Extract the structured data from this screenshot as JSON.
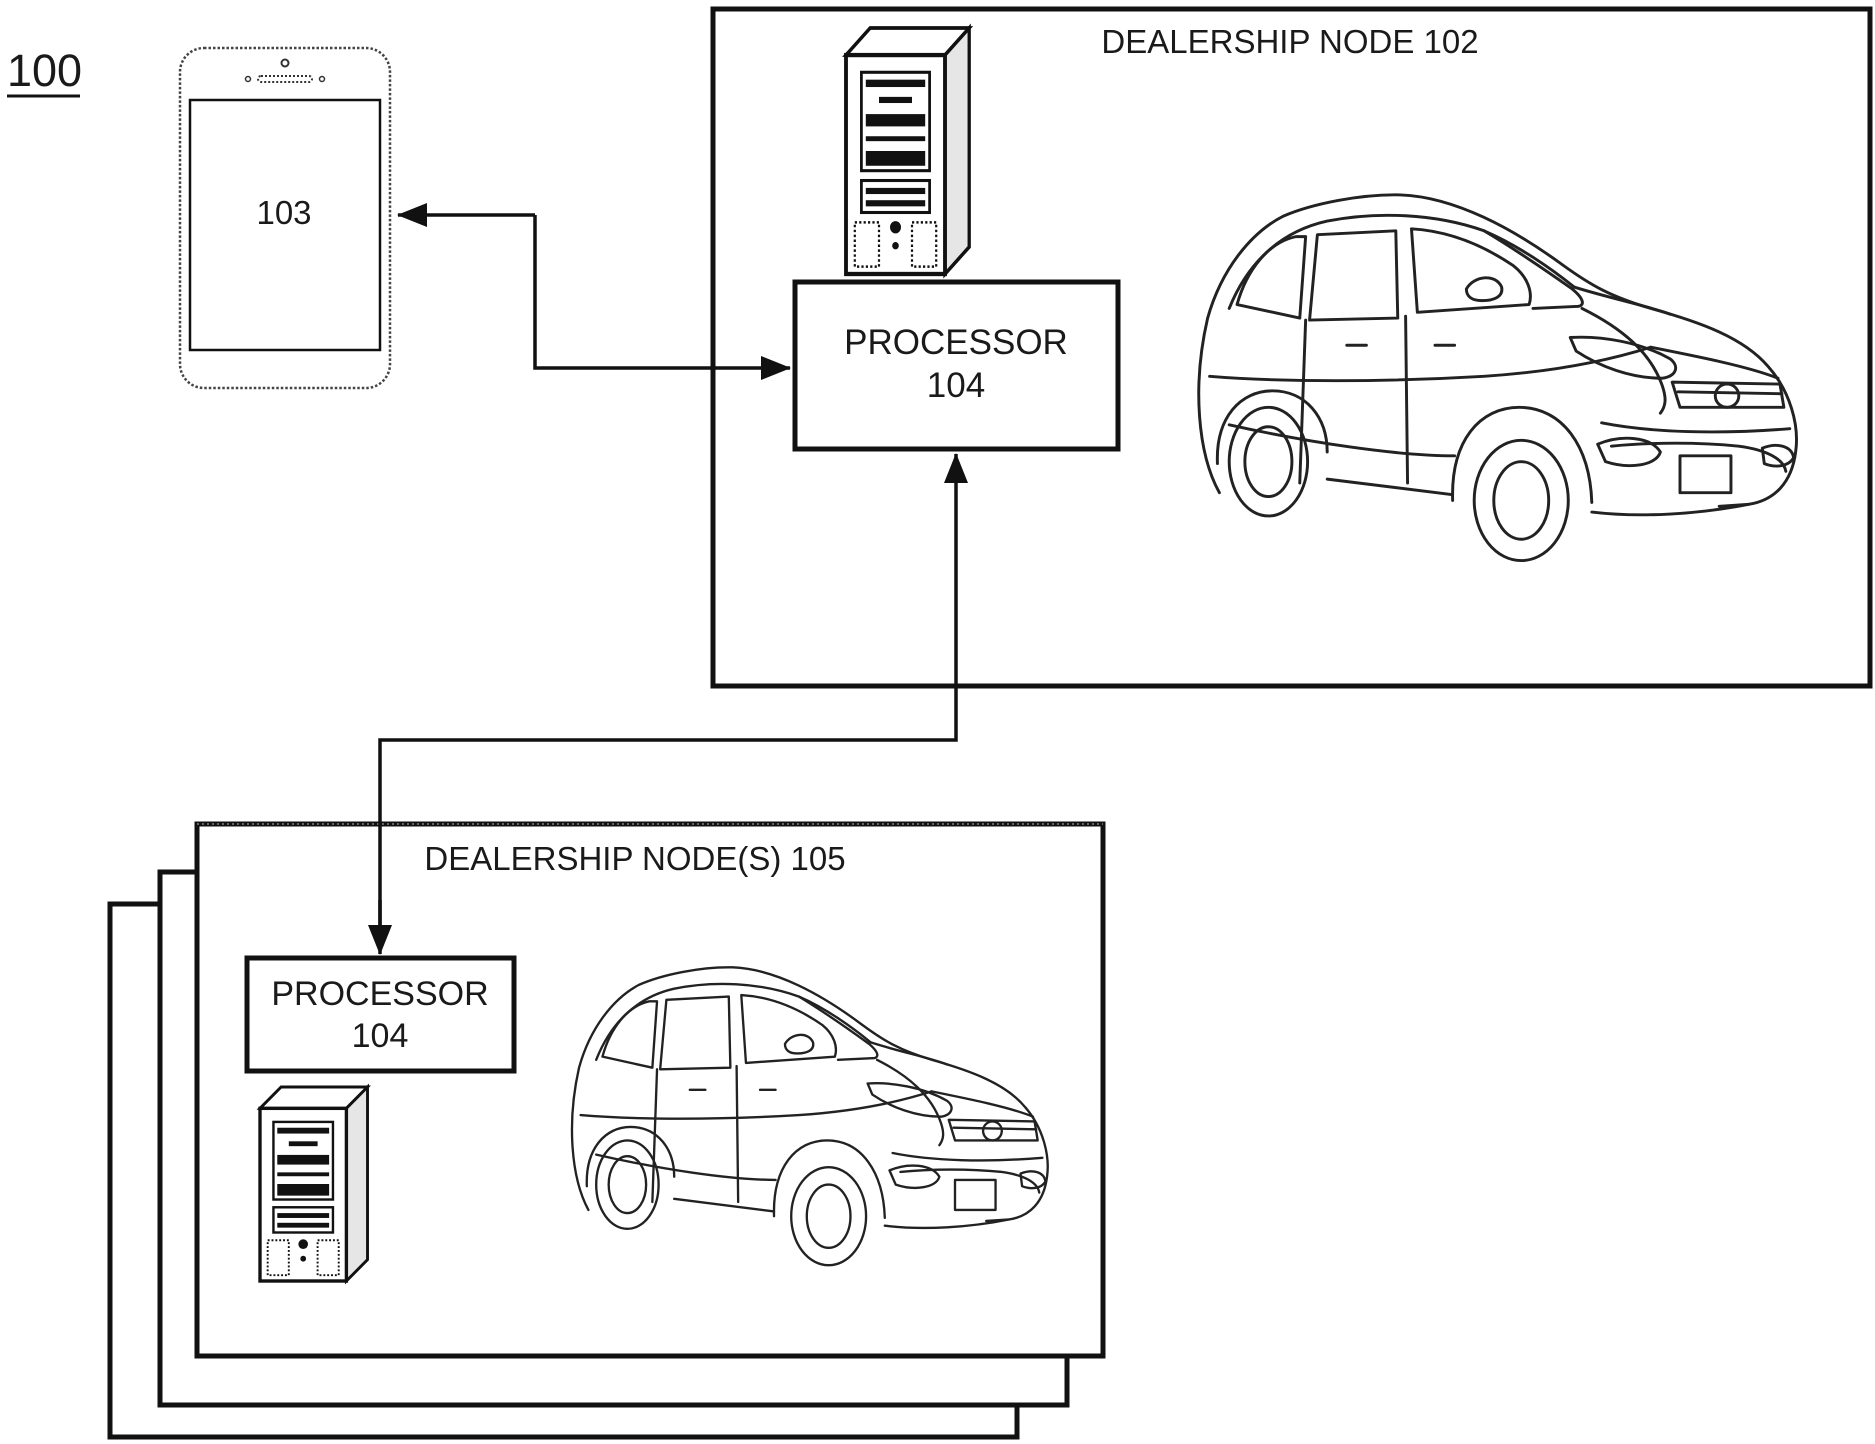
{
  "figure": {
    "number": "100"
  },
  "mobile_device": {
    "label": "103",
    "icon": "smartphone-icon"
  },
  "dealership_node_main": {
    "title": "DEALERSHIP NODE 102",
    "processor": {
      "line1": "PROCESSOR",
      "line2": "104"
    },
    "icons": [
      "server-tower-icon",
      "minivan-car-icon"
    ]
  },
  "dealership_nodes_other": {
    "title": "DEALERSHIP NODE(S) 105",
    "processor": {
      "line1": "PROCESSOR",
      "line2": "104"
    },
    "icons": [
      "server-tower-icon",
      "minivan-car-icon"
    ]
  }
}
